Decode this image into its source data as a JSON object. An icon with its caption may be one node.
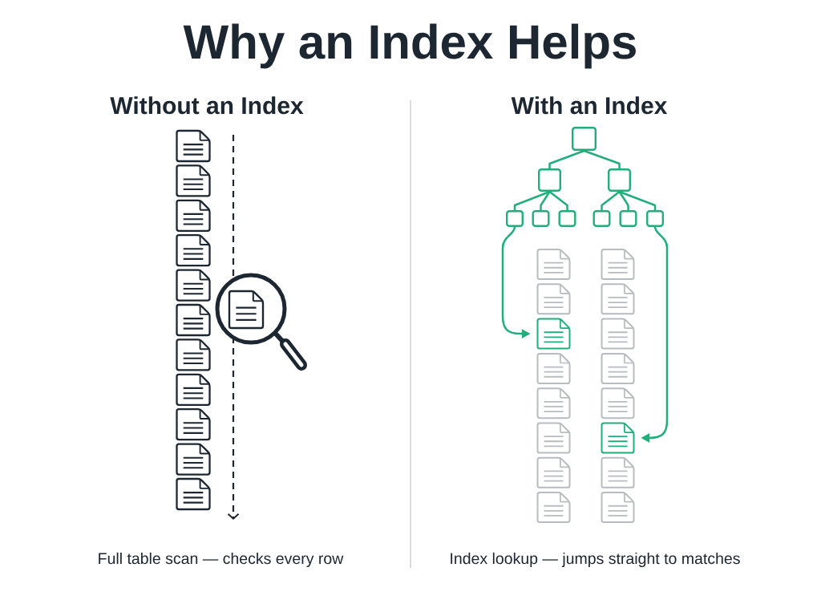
{
  "diagram": {
    "title": "Why an Index Helps",
    "nodes": [
      {
        "text": [],
        "shape": "document"
      },
      {
        "text": [],
        "shape": "document"
      },
      {
        "text": [],
        "shape": "document"
      },
      {
        "text": [],
        "shape": "document"
      },
      {
        "text": [],
        "shape": "document"
      },
      {
        "text": [],
        "shape": "document"
      },
      {
        "text": [],
        "shape": "document"
      },
      {
        "text": [],
        "shape": "document"
      },
      {
        "text": [],
        "shape": "document"
      },
      {
        "text": [],
        "shape": "document"
      },
      {
        "text": [],
        "shape": "document"
      },
      {
        "text": [],
        "shape": "box"
      },
      {
        "text": [],
        "shape": "box"
      },
      {
        "text": [],
        "shape": "box"
      },
      {
        "text": [],
        "shape": "box"
      },
      {
        "text": [],
        "shape": "box"
      },
      {
        "text": [],
        "shape": "box"
      },
      {
        "text": [],
        "shape": "box"
      },
      {
        "text": [],
        "shape": "box"
      },
      {
        "text": [],
        "shape": "box"
      },
      {
        "text": [],
        "shape": "document"
      },
      {
        "text": [],
        "shape": "document"
      },
      {
        "text": [],
        "shape": "document"
      },
      {
        "text": [],
        "shape": "document"
      },
      {
        "text": [],
        "shape": "document"
      },
      {
        "text": [],
        "shape": "document"
      },
      {
        "text": [],
        "shape": "document"
      },
      {
        "text": [],
        "shape": "document"
      },
      {
        "text": [],
        "shape": "document"
      },
      {
        "text": [],
        "shape": "document"
      },
      {
        "text": [],
        "shape": "document"
      },
      {
        "text": [],
        "shape": "document"
      },
      {
        "text": [],
        "shape": "document"
      },
      {
        "text": [],
        "shape": "document"
      },
      {
        "text": [],
        "shape": "document"
      },
      {
        "text": [],
        "shape": "document"
      }
    ],
    "edges": [
      {
        "from": 11,
        "to": 12,
        "arrow": "none"
      },
      {
        "from": 11,
        "to": 13,
        "arrow": "none"
      },
      {
        "from": 12,
        "to": 14,
        "arrow": "none"
      },
      {
        "from": 12,
        "to": 15,
        "arrow": "none"
      },
      {
        "from": 12,
        "to": 16,
        "arrow": "none"
      },
      {
        "from": 13,
        "to": 17,
        "arrow": "none"
      },
      {
        "from": 13,
        "to": 18,
        "arrow": "none"
      },
      {
        "from": 13,
        "to": 19,
        "arrow": "none"
      },
      {
        "from": 14,
        "to": 24,
        "arrow": "to"
      },
      {
        "from": 19,
        "to": 31,
        "arrow": "to"
      }
    ],
    "labels": [
      "Without an Index",
      "With an Index",
      "Full table scan — checks every row",
      "Index lookup — jumps straight to matches"
    ]
  }
}
